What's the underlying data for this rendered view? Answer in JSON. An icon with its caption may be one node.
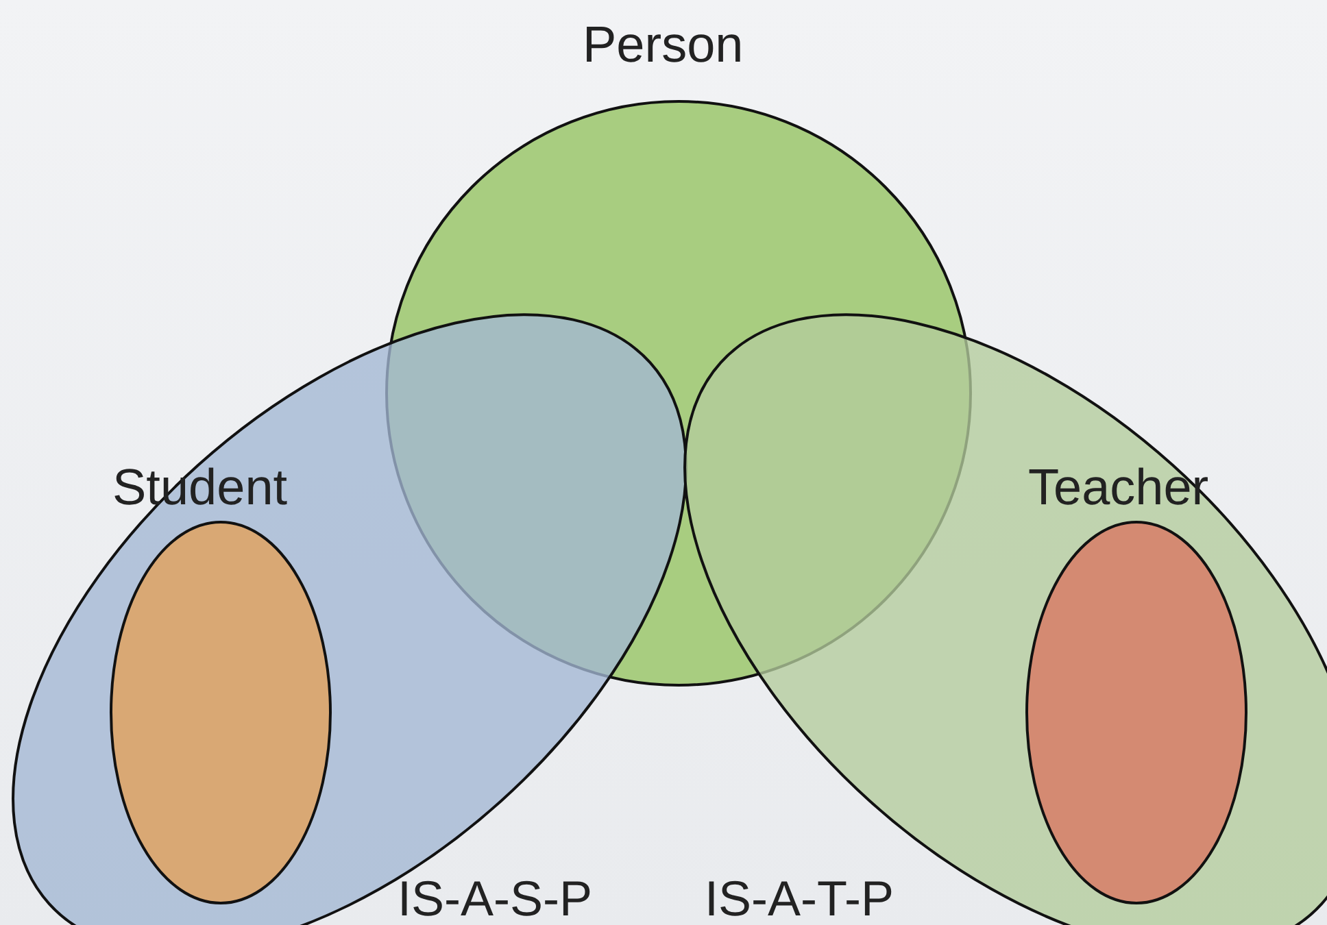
{
  "diagram": {
    "nodes": [
      {
        "text": [
          "Person"
        ]
      },
      {
        "text": [
          "Student"
        ]
      },
      {
        "text": [],
        "shape": "ellipse",
        "in": 1
      },
      {
        "text": [
          "Teacher"
        ]
      },
      {
        "text": [],
        "shape": "ellipse",
        "in": 3
      }
    ],
    "labels": [
      "IS-A-S-P",
      "IS-A-T-P"
    ]
  }
}
